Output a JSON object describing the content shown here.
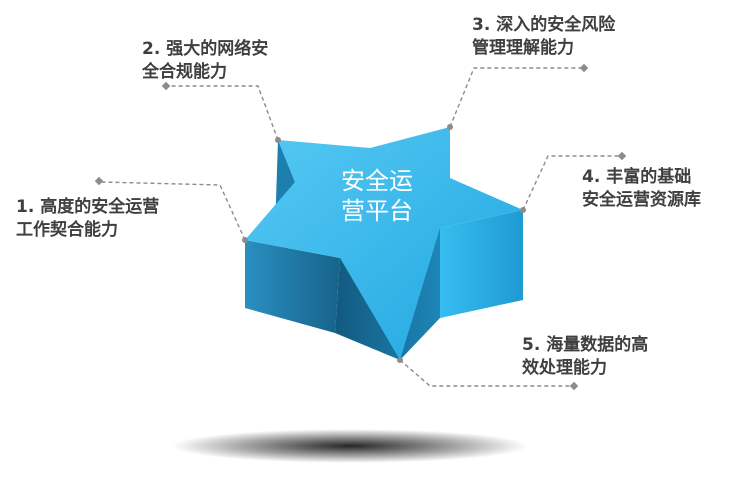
{
  "center_title": "安全运\n营平台",
  "features": [
    {
      "id": "1",
      "text": "1. 高度的安全运营\n工作契合能力"
    },
    {
      "id": "2",
      "text": "2. 强大的网络安\n全合规能力"
    },
    {
      "id": "3",
      "text": "3. 深入的安全风险\n管理理解能力"
    },
    {
      "id": "4",
      "text": "4. 丰富的基础\n安全运营资源库"
    },
    {
      "id": "5",
      "text": "5. 海量数据的高\n效处理能力"
    }
  ],
  "colors": {
    "star_top": "#2fb3ea",
    "star_side_dark": "#1c6f97",
    "star_side_mid": "#1f8fc4",
    "star_side_light": "#2ab0e8",
    "connector": "#8c8c8c",
    "label_text": "#3f3f3f",
    "shadow": "#000000"
  }
}
